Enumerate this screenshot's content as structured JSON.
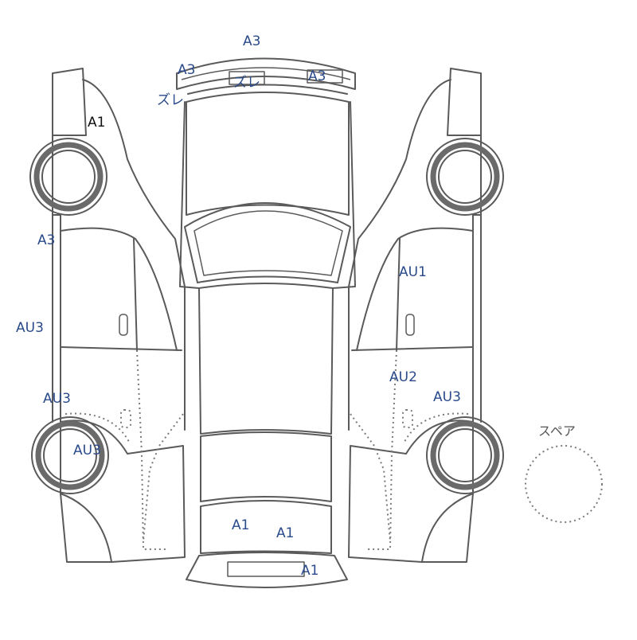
{
  "diagram": {
    "spare_label": "スペア",
    "damage_marks": [
      {
        "id": "roof-front-a3",
        "text": "A3",
        "ink": "blue"
      },
      {
        "id": "front-left-a3",
        "text": "A3",
        "ink": "blue"
      },
      {
        "id": "front-right-a3",
        "text": "A3",
        "ink": "blue"
      },
      {
        "id": "front-zure-1",
        "text": "ズレ",
        "ink": "blue"
      },
      {
        "id": "front-zure-2",
        "text": "ズレ",
        "ink": "blue"
      },
      {
        "id": "left-fender-a1",
        "text": "A1",
        "ink": "black"
      },
      {
        "id": "left-pillar-a3",
        "text": "A3",
        "ink": "blue"
      },
      {
        "id": "left-door-au3",
        "text": "AU3",
        "ink": "blue"
      },
      {
        "id": "left-rear-au3",
        "text": "AU3",
        "ink": "blue"
      },
      {
        "id": "left-wheel-au3",
        "text": "AU3",
        "ink": "blue"
      },
      {
        "id": "right-door-au1",
        "text": "AU1",
        "ink": "blue"
      },
      {
        "id": "right-rear-au2",
        "text": "AU2",
        "ink": "blue"
      },
      {
        "id": "right-rear-au3",
        "text": "AU3",
        "ink": "blue"
      },
      {
        "id": "trunk-a1-left",
        "text": "A1",
        "ink": "blue"
      },
      {
        "id": "trunk-a1-right",
        "text": "A1",
        "ink": "blue"
      },
      {
        "id": "rear-bumper-a1",
        "text": "A1",
        "ink": "blue"
      }
    ]
  }
}
